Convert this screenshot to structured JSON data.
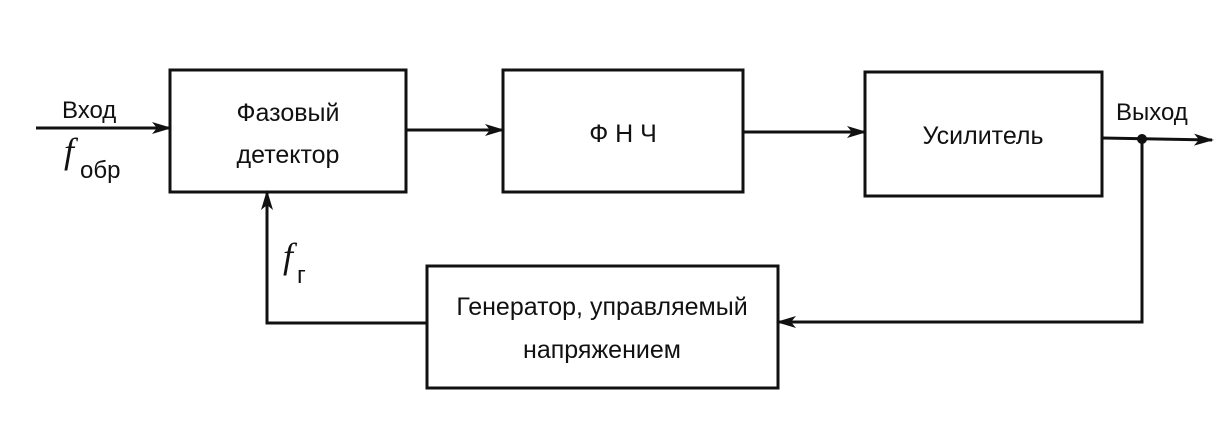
{
  "colors": {
    "ink": "#111111",
    "background": "#ffffff"
  },
  "blocks": {
    "phase_detector": {
      "line1": "Фазовый",
      "line2": "детектор"
    },
    "lpf": {
      "label": "Ф Н Ч"
    },
    "amplifier": {
      "label": "Усилитель"
    },
    "vco": {
      "line1": "Генератор, управляемый",
      "line2": "напряжением"
    }
  },
  "signals": {
    "input_label": "Вход",
    "input_freq_symbol": "f",
    "input_freq_subscript": "обр",
    "output_label": "Выход",
    "feedback_freq_symbol": "f",
    "feedback_freq_subscript": "г"
  }
}
